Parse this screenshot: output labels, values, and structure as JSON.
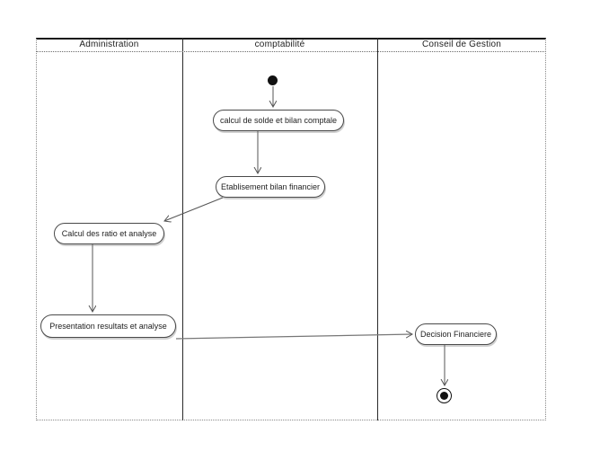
{
  "diagram": {
    "type": "uml-activity-swimlane",
    "colors": {
      "background": "#ffffff",
      "line": "#555555",
      "text": "#222222"
    },
    "lanes": [
      {
        "title": "Administration"
      },
      {
        "title": "comptabilité"
      },
      {
        "title": "Conseil de Gestion"
      }
    ],
    "nodes": [
      {
        "id": "start",
        "kind": "initial",
        "lane": "comptabilité",
        "label": ""
      },
      {
        "id": "n1",
        "kind": "action",
        "lane": "comptabilité",
        "label": "calcul de solde et bilan comptale"
      },
      {
        "id": "n2",
        "kind": "action",
        "lane": "comptabilité",
        "label": "Etablisement bilan financier"
      },
      {
        "id": "n3",
        "kind": "action",
        "lane": "Administration",
        "label": "Calcul des ratio et analyse"
      },
      {
        "id": "n4",
        "kind": "action",
        "lane": "Administration",
        "label": "Presentation resultats et analyse"
      },
      {
        "id": "n5",
        "kind": "action",
        "lane": "Conseil de Gestion",
        "label": "Decision Financiere"
      },
      {
        "id": "end",
        "kind": "final",
        "lane": "Conseil de Gestion",
        "label": ""
      }
    ],
    "flows": [
      {
        "from": "start",
        "to": "n1"
      },
      {
        "from": "n1",
        "to": "n2"
      },
      {
        "from": "n2",
        "to": "n3"
      },
      {
        "from": "n3",
        "to": "n4"
      },
      {
        "from": "n4",
        "to": "n5"
      },
      {
        "from": "n5",
        "to": "end"
      }
    ]
  }
}
